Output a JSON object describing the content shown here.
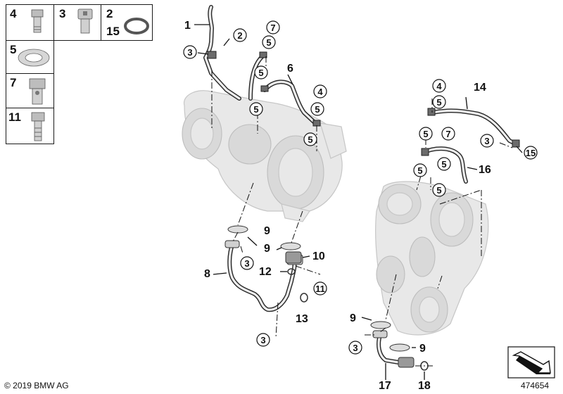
{
  "legend": [
    {
      "id": "legend-4",
      "number": "4",
      "part": "banjo-bolt"
    },
    {
      "id": "legend-3",
      "number": "3",
      "part": "hollow-bolt"
    },
    {
      "id": "legend-2",
      "number": "2",
      "part": "sealing-ring"
    },
    {
      "id": "legend-15",
      "number": "15",
      "part": "sealing-ring"
    },
    {
      "id": "legend-5",
      "number": "5",
      "part": "flat-washer"
    },
    {
      "id": "legend-7",
      "number": "7",
      "part": "banjo-bolt-hex"
    },
    {
      "id": "legend-11",
      "number": "11",
      "part": "hex-bolt"
    }
  ],
  "callouts": {
    "n1": "1",
    "n2": "2",
    "n3": "3",
    "n4": "4",
    "n5": "5",
    "n6": "6",
    "n7": "7",
    "n8": "8",
    "n9": "9",
    "n10": "10",
    "n11": "11",
    "n12": "12",
    "n13": "13",
    "n14": "14",
    "n15": "15",
    "n16": "16",
    "n17": "17",
    "n18": "18"
  },
  "footer": {
    "copyright": "© 2019 BMW AG",
    "diagram_id": "474654"
  },
  "colors": {
    "ink": "#111111",
    "pipe": "#262626",
    "ghost_part": "#e8e8e8"
  },
  "icons": {
    "orientation": "arrow-direction-icon"
  }
}
